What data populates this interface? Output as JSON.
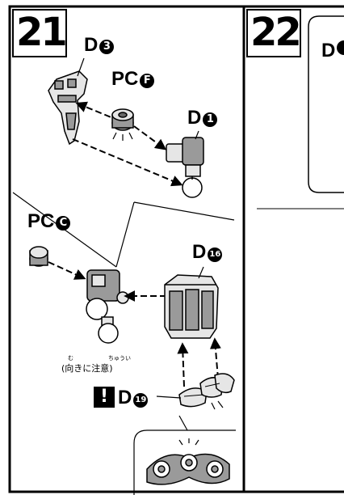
{
  "step21": {
    "number": "21",
    "label_d3": {
      "letter": "D",
      "num": "3"
    },
    "label_pcf": {
      "letter": "PC",
      "num": "F"
    },
    "label_d1": {
      "letter": "D",
      "num": "1"
    },
    "label_pcc": {
      "letter": "PC",
      "num": "C"
    },
    "label_d16": {
      "letter": "D",
      "num": "16"
    },
    "label_d19": {
      "letter": "D",
      "num": "19"
    },
    "note": "(向きに注意)",
    "note_ruby_1": "む",
    "note_ruby_2": "ちゅうい",
    "warning_symbol": "!"
  },
  "step22": {
    "number": "22",
    "label_d_partial": {
      "letter": "D",
      "num": ""
    }
  },
  "colors": {
    "ink": "#000000",
    "part_fill": "#e6e6e6",
    "part_shade": "#9a9a9a",
    "paper": "#ffffff"
  }
}
